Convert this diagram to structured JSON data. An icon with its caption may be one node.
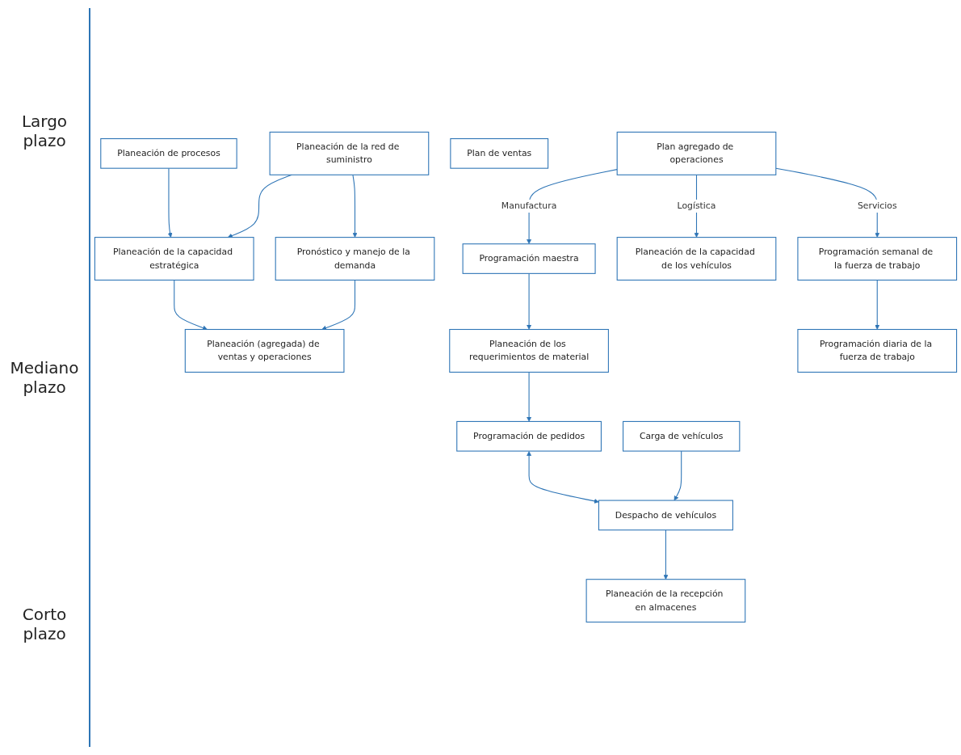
{
  "diagram": {
    "nodes": [
      {
        "text": [
          "Planeación de procesos"
        ]
      },
      {
        "text": [
          "Planeación de la red de suministro"
        ]
      },
      {
        "text": [
          "Planeación de la capacidad estratégica"
        ]
      },
      {
        "text": [
          "Pronóstico y manejo de la demanda"
        ]
      },
      {
        "text": [
          "Planeación (agregada) de ventas y operaciones"
        ]
      },
      {
        "text": [
          "Plan de ventas"
        ]
      },
      {
        "text": [
          "Plan agregado de operaciones"
        ]
      },
      {
        "text": [
          "Programación maestra"
        ]
      },
      {
        "text": [
          "Planeación de la capacidad de los vehículos"
        ]
      },
      {
        "text": [
          "Programación semanal de la fuerza de trabajo"
        ]
      },
      {
        "text": [
          "Planeación de los requerimientos de material"
        ]
      },
      {
        "text": [
          "Carga de vehículos"
        ]
      },
      {
        "text": [
          "Programación diaria de la fuerza de trabajo"
        ]
      },
      {
        "text": [
          "Programación de pedidos"
        ]
      },
      {
        "text": [
          "Despacho de vehículos"
        ]
      },
      {
        "text": [
          "Planeación de la recepción en almacenes"
        ]
      }
    ],
    "edges": [
      {
        "from": 0,
        "to": 2,
        "arrow": "to"
      },
      {
        "from": 1,
        "to": 2,
        "arrow": "to"
      },
      {
        "from": 1,
        "to": 3,
        "arrow": "to"
      },
      {
        "from": 2,
        "to": 4,
        "arrow": "to"
      },
      {
        "from": 3,
        "to": 4,
        "arrow": "to"
      },
      {
        "from": 6,
        "to": 7,
        "arrow": "to",
        "label": "Manufactura"
      },
      {
        "from": 6,
        "to": 8,
        "arrow": "to",
        "label": "Logística"
      },
      {
        "from": 6,
        "to": 9,
        "arrow": "to",
        "label": "Servicios"
      },
      {
        "from": 7,
        "to": 10,
        "arrow": "to"
      },
      {
        "from": 10,
        "to": 13,
        "arrow": "to"
      },
      {
        "from": 13,
        "to": 14,
        "arrow": "both"
      },
      {
        "from": 11,
        "to": 14,
        "arrow": "to"
      },
      {
        "from": 14,
        "to": 15,
        "arrow": "to"
      },
      {
        "from": 9,
        "to": 12,
        "arrow": "to"
      }
    ],
    "labels": [
      "Largo plazo",
      "Mediano plazo",
      "Corto plazo"
    ]
  }
}
